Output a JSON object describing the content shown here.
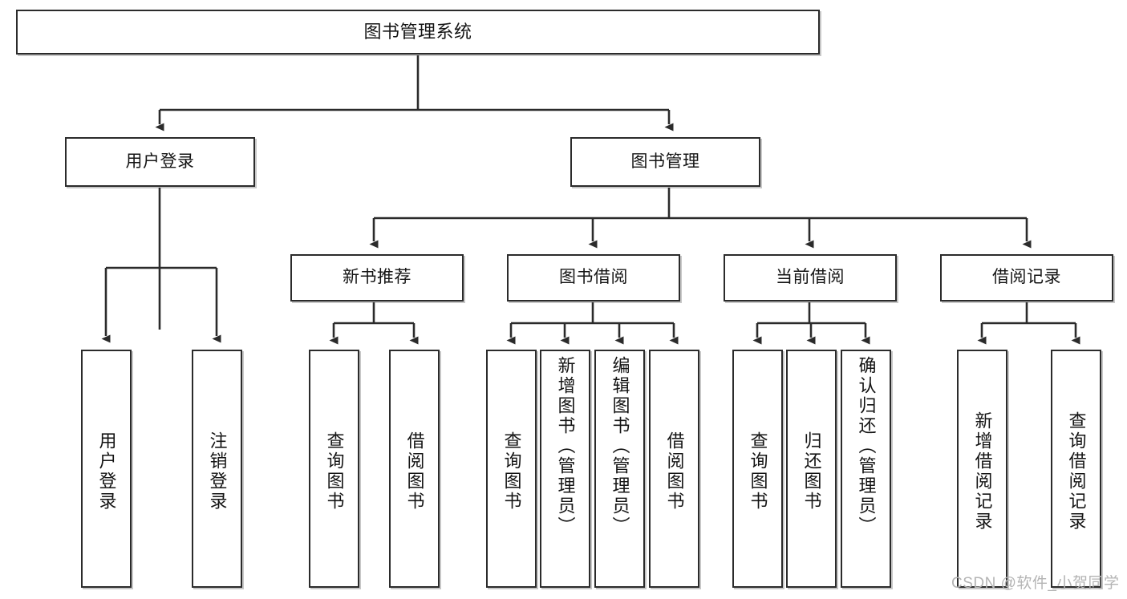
{
  "diagram": {
    "type": "tree-hierarchy-chart",
    "title": "图书管理系统",
    "style": {
      "box_fill": "#ffffff",
      "box_border": "#2b2b2b",
      "text_color": "#141414",
      "connector_color": "#2b2b2b",
      "watermark_color": "#b4b4b4"
    },
    "levels": {
      "level0": "system",
      "level1": "module",
      "level2": "submodule",
      "level3": "function"
    },
    "nodes": {
      "root": {
        "id": "root",
        "label": "图书管理系统",
        "orientation": "horizontal"
      },
      "user_login": {
        "id": "user-login",
        "label": "用户登录",
        "orientation": "horizontal"
      },
      "book_manage": {
        "id": "book-manage",
        "label": "图书管理",
        "orientation": "horizontal"
      },
      "new_book_rec": {
        "id": "new-book-recommend",
        "label": "新书推荐",
        "orientation": "horizontal"
      },
      "book_borrow": {
        "id": "book-borrow",
        "label": "图书借阅",
        "orientation": "horizontal"
      },
      "current_borrow": {
        "id": "current-borrow",
        "label": "当前借阅",
        "orientation": "horizontal"
      },
      "borrow_record": {
        "id": "borrow-record",
        "label": "借阅记录",
        "orientation": "horizontal"
      },
      "leaf_user_login": {
        "id": "leaf-user-login",
        "label": "用户登录",
        "orientation": "vertical"
      },
      "leaf_logout": {
        "id": "leaf-logout-login",
        "label": "注销登录",
        "orientation": "vertical"
      },
      "leaf_nbr_query": {
        "id": "leaf-query-book-nbr",
        "label": "查询图书",
        "orientation": "vertical"
      },
      "leaf_nbr_borrow": {
        "id": "leaf-borrow-book-nbr",
        "label": "借阅图书",
        "orientation": "vertical"
      },
      "leaf_bb_query": {
        "id": "leaf-query-book-bb",
        "label": "查询图书",
        "orientation": "vertical"
      },
      "leaf_bb_add": {
        "id": "leaf-add-book-admin",
        "label": "新增图书（管理员）",
        "orientation": "vertical"
      },
      "leaf_bb_edit": {
        "id": "leaf-edit-book-admin",
        "label": "编辑图书（管理员）",
        "orientation": "vertical"
      },
      "leaf_bb_borrow": {
        "id": "leaf-borrow-book-bb",
        "label": "借阅图书",
        "orientation": "vertical"
      },
      "leaf_cb_query": {
        "id": "leaf-query-book-cb",
        "label": "查询图书",
        "orientation": "vertical"
      },
      "leaf_cb_return": {
        "id": "leaf-return-book",
        "label": "归还图书",
        "orientation": "vertical"
      },
      "leaf_cb_confirm": {
        "id": "leaf-confirm-return-admin",
        "label": "确认归还（管理员）",
        "orientation": "vertical"
      },
      "leaf_br_add": {
        "id": "leaf-add-borrow-record",
        "label": "新增借阅记录",
        "orientation": "vertical"
      },
      "leaf_br_query": {
        "id": "leaf-query-borrow-record",
        "label": "查询借阅记录",
        "orientation": "vertical"
      }
    },
    "edges": [
      {
        "from": "图书管理系统",
        "to": "用户登录"
      },
      {
        "from": "图书管理系统",
        "to": "图书管理"
      },
      {
        "from": "用户登录",
        "to": "用户登录"
      },
      {
        "from": "用户登录",
        "to": "注销登录"
      },
      {
        "from": "图书管理",
        "to": "新书推荐"
      },
      {
        "from": "图书管理",
        "to": "图书借阅"
      },
      {
        "from": "图书管理",
        "to": "当前借阅"
      },
      {
        "from": "图书管理",
        "to": "借阅记录"
      },
      {
        "from": "新书推荐",
        "to": "查询图书"
      },
      {
        "from": "新书推荐",
        "to": "借阅图书"
      },
      {
        "from": "图书借阅",
        "to": "查询图书"
      },
      {
        "from": "图书借阅",
        "to": "新增图书（管理员）"
      },
      {
        "from": "图书借阅",
        "to": "编辑图书（管理员）"
      },
      {
        "from": "图书借阅",
        "to": "借阅图书"
      },
      {
        "from": "当前借阅",
        "to": "查询图书"
      },
      {
        "from": "当前借阅",
        "to": "归还图书"
      },
      {
        "from": "当前借阅",
        "to": "确认归还（管理员）"
      },
      {
        "from": "借阅记录",
        "to": "新增借阅记录"
      },
      {
        "from": "借阅记录",
        "to": "查询借阅记录"
      }
    ]
  },
  "watermark": {
    "text": "CSDN @软件_小贺同学"
  }
}
